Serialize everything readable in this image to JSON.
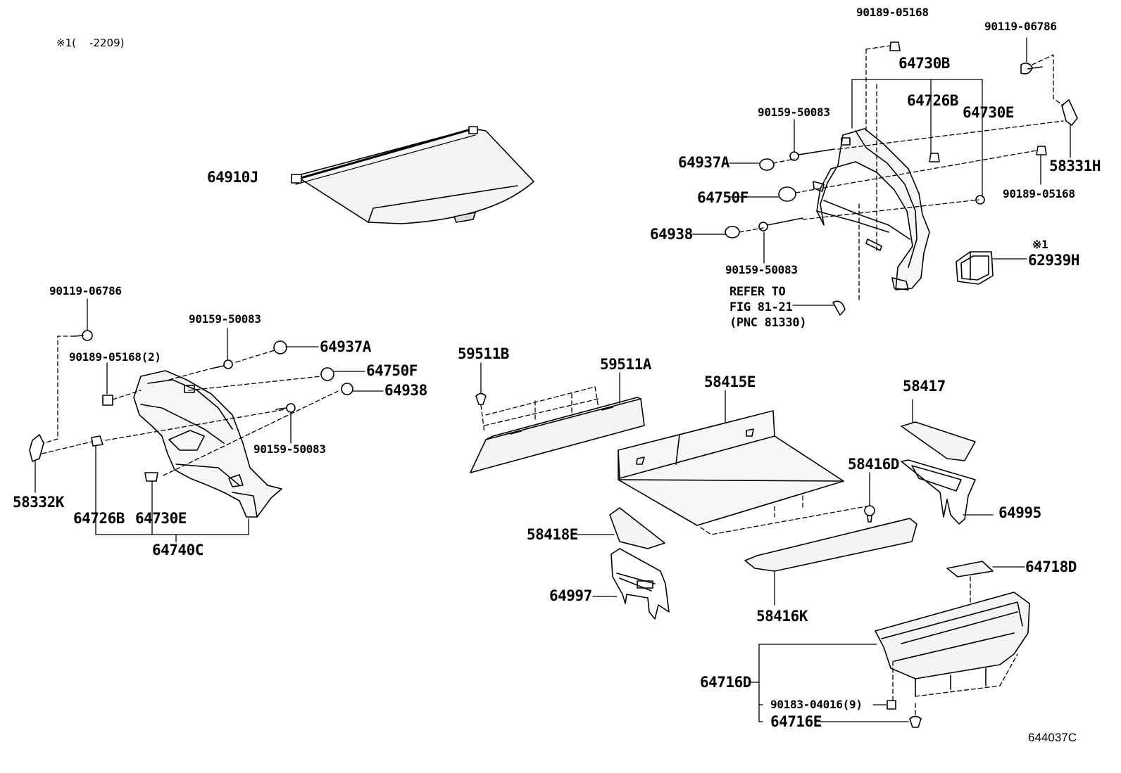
{
  "note": {
    "text": "※1(    -2209)"
  },
  "footer": {
    "code": "644037C"
  },
  "labels": {
    "l_90189_05168_a": "90189-05168",
    "l_90119_06786_a": "90119-06786",
    "l_64730B": "64730B",
    "l_90159_50083_a": "90159-50083",
    "l_64726B_a": "64726B",
    "l_64730E_a": "64730E",
    "l_64937A_a": "64937A",
    "l_58331H": "58331H",
    "l_64750F_a": "64750F",
    "l_90189_05168_b": "90189-05168",
    "l_64938_a": "64938",
    "l_90159_50083_b": "90159-50083",
    "l_star1": "※1",
    "l_62939H": "62939H",
    "l_refer": "REFER TO\nFIG 81-21\n(PNC 81330)",
    "l_64910J": "64910J",
    "l_90119_06786_b": "90119-06786",
    "l_90159_50083_c": "90159-50083",
    "l_64937A_b": "64937A",
    "l_90189_05168_c": "90189-05168(2)",
    "l_64750F_b": "64750F",
    "l_64938_b": "64938",
    "l_90159_50083_d": "90159-50083",
    "l_58332K": "58332K",
    "l_64726B_b": "64726B",
    "l_64730E_b": "64730E",
    "l_64740C": "64740C",
    "l_59511B": "59511B",
    "l_59511A": "59511A",
    "l_58415E": "58415E",
    "l_58417": "58417",
    "l_58416D": "58416D",
    "l_64995": "64995",
    "l_58418E": "58418E",
    "l_64997": "64997",
    "l_58416K": "58416K",
    "l_64718D": "64718D",
    "l_64716D": "64716D",
    "l_90183_04016": "90183-04016(9)",
    "l_64716E": "64716E"
  }
}
